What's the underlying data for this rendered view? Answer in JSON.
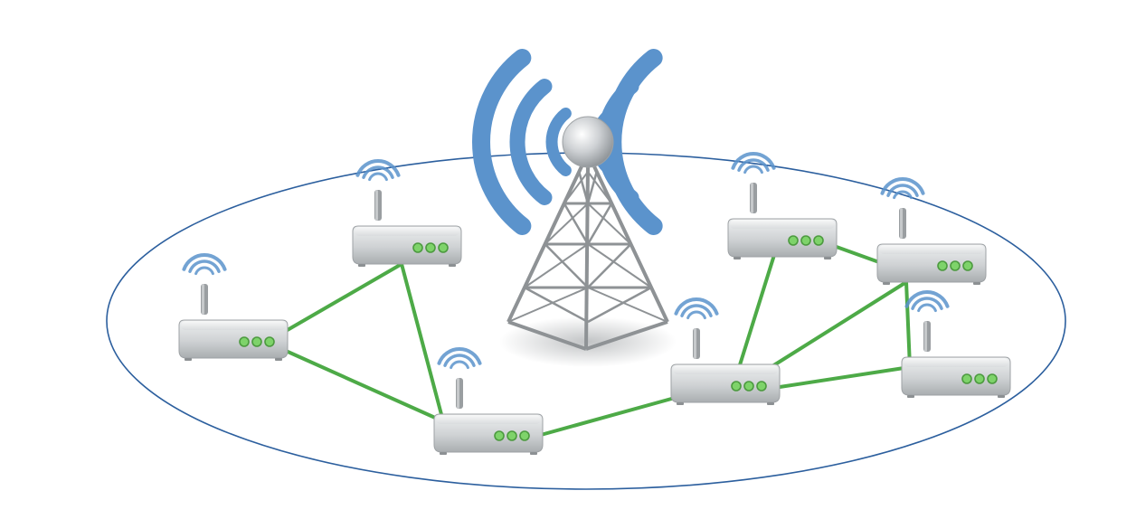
{
  "colors": {
    "background": "#ffffff",
    "boundary": "#2c5f9e",
    "link": "#4daa47",
    "signal": "#5b93cc",
    "router_body": "#c7c9cb",
    "router_led": "#7ed36a",
    "tower_metal": "#8e9295",
    "tower_ball": "#bfc2c5"
  },
  "icons": {
    "tower": "cell-tower-icon",
    "router": "wireless-router-icon",
    "signal": "wifi-signal-icon"
  },
  "routers": [
    {
      "id": "r1"
    },
    {
      "id": "r2"
    },
    {
      "id": "r3"
    },
    {
      "id": "r4"
    },
    {
      "id": "r5"
    },
    {
      "id": "r6"
    },
    {
      "id": "r7"
    }
  ],
  "links": [
    [
      "r1",
      "r2"
    ],
    [
      "r1",
      "r3"
    ],
    [
      "r2",
      "r3"
    ],
    [
      "r3",
      "r4"
    ],
    [
      "r4",
      "r5"
    ],
    [
      "r4",
      "r6"
    ],
    [
      "r4",
      "r7"
    ],
    [
      "r5",
      "r6"
    ],
    [
      "r6",
      "r7"
    ]
  ]
}
